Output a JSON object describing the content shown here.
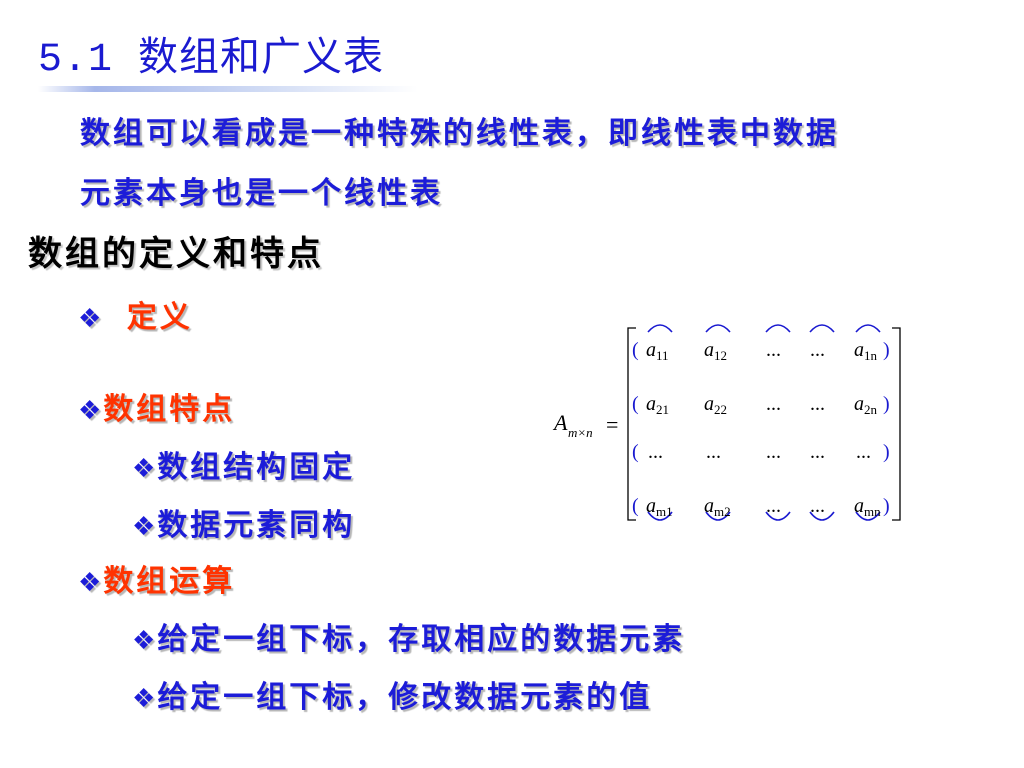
{
  "slide": {
    "title": "5.1 数组和广义表"
  },
  "intro": {
    "line1": "数组可以看成是一种特殊的线性表，即线性表中数据",
    "line2": "元素本身也是一个线性表"
  },
  "section": {
    "heading": "数组的定义和特点"
  },
  "bullets": {
    "symbol": "❖",
    "definition": "定义",
    "features": "数组特点",
    "feature_fixed": "数组结构固定",
    "feature_homogeneous": "数据元素同构",
    "operations": "数组运算",
    "operation_read": "给定一组下标，存取相应的数据元素",
    "operation_modify": "给定一组下标，修改数据元素的值"
  },
  "matrix": {
    "lhs_symbol": "A",
    "lhs_subscript": "m×n",
    "equals": "=",
    "rows": [
      [
        {
          "base": "a",
          "sub": "11"
        },
        {
          "base": "a",
          "sub": "12"
        },
        {
          "base": "...",
          "sub": ""
        },
        {
          "base": "...",
          "sub": ""
        },
        {
          "base": "a",
          "sub": "1n"
        }
      ],
      [
        {
          "base": "a",
          "sub": "21"
        },
        {
          "base": "a",
          "sub": "22"
        },
        {
          "base": "...",
          "sub": ""
        },
        {
          "base": "...",
          "sub": ""
        },
        {
          "base": "a",
          "sub": "2n"
        }
      ],
      [
        {
          "base": "...",
          "sub": ""
        },
        {
          "base": "...",
          "sub": ""
        },
        {
          "base": "...",
          "sub": ""
        },
        {
          "base": "...",
          "sub": ""
        },
        {
          "base": "...",
          "sub": ""
        }
      ],
      [
        {
          "base": "a",
          "sub": "m1"
        },
        {
          "base": "a",
          "sub": "m2"
        },
        {
          "base": "...",
          "sub": ""
        },
        {
          "base": "...",
          "sub": ""
        },
        {
          "base": "a",
          "sub": "mn"
        }
      ]
    ],
    "row_paren_left": "(",
    "row_paren_right": ")",
    "highlight_color": "#1a1ad0"
  },
  "colors": {
    "title": "#1a1ad0",
    "text_blue": "#1c1cd8",
    "text_red": "#ff3300",
    "text_black": "#000000"
  }
}
